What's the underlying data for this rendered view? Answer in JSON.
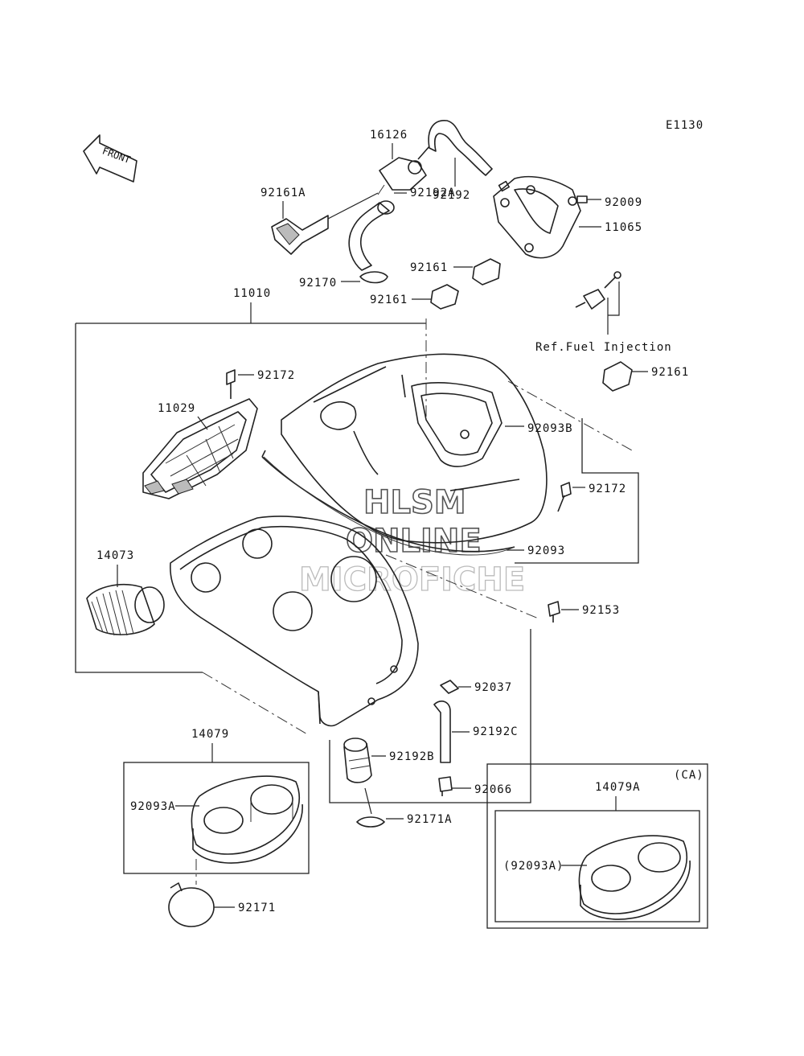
{
  "diagram_code": "E1130",
  "front_label": "FRONT",
  "watermark": {
    "line1": "HLSM",
    "line2": "ONLINE",
    "line3": "MICROFICHE"
  },
  "variant_label": "(CA)",
  "ref_note": "Ref.Fuel Injection",
  "parts": {
    "p16126": "16126",
    "p92161A": "92161A",
    "p92192": "92192",
    "p92192A": "92192A",
    "p92009": "92009",
    "p11065": "11065",
    "p92170": "92170",
    "p92161_a": "92161",
    "p92161_b": "92161",
    "p92161_c": "92161",
    "p11010": "11010",
    "p92172_a": "92172",
    "p11029": "11029",
    "p92093B": "92093B",
    "p92172_b": "92172",
    "p14073": "14073",
    "p92093": "92093",
    "p92153": "92153",
    "p92037": "92037",
    "p92192C": "92192C",
    "p14079": "14079",
    "p92192B": "92192B",
    "p92093A": "92093A",
    "p92066": "92066",
    "p92171A": "92171A",
    "p14079A": "14079A",
    "p92093A_ca": "(92093A)",
    "p92171": "92171"
  }
}
